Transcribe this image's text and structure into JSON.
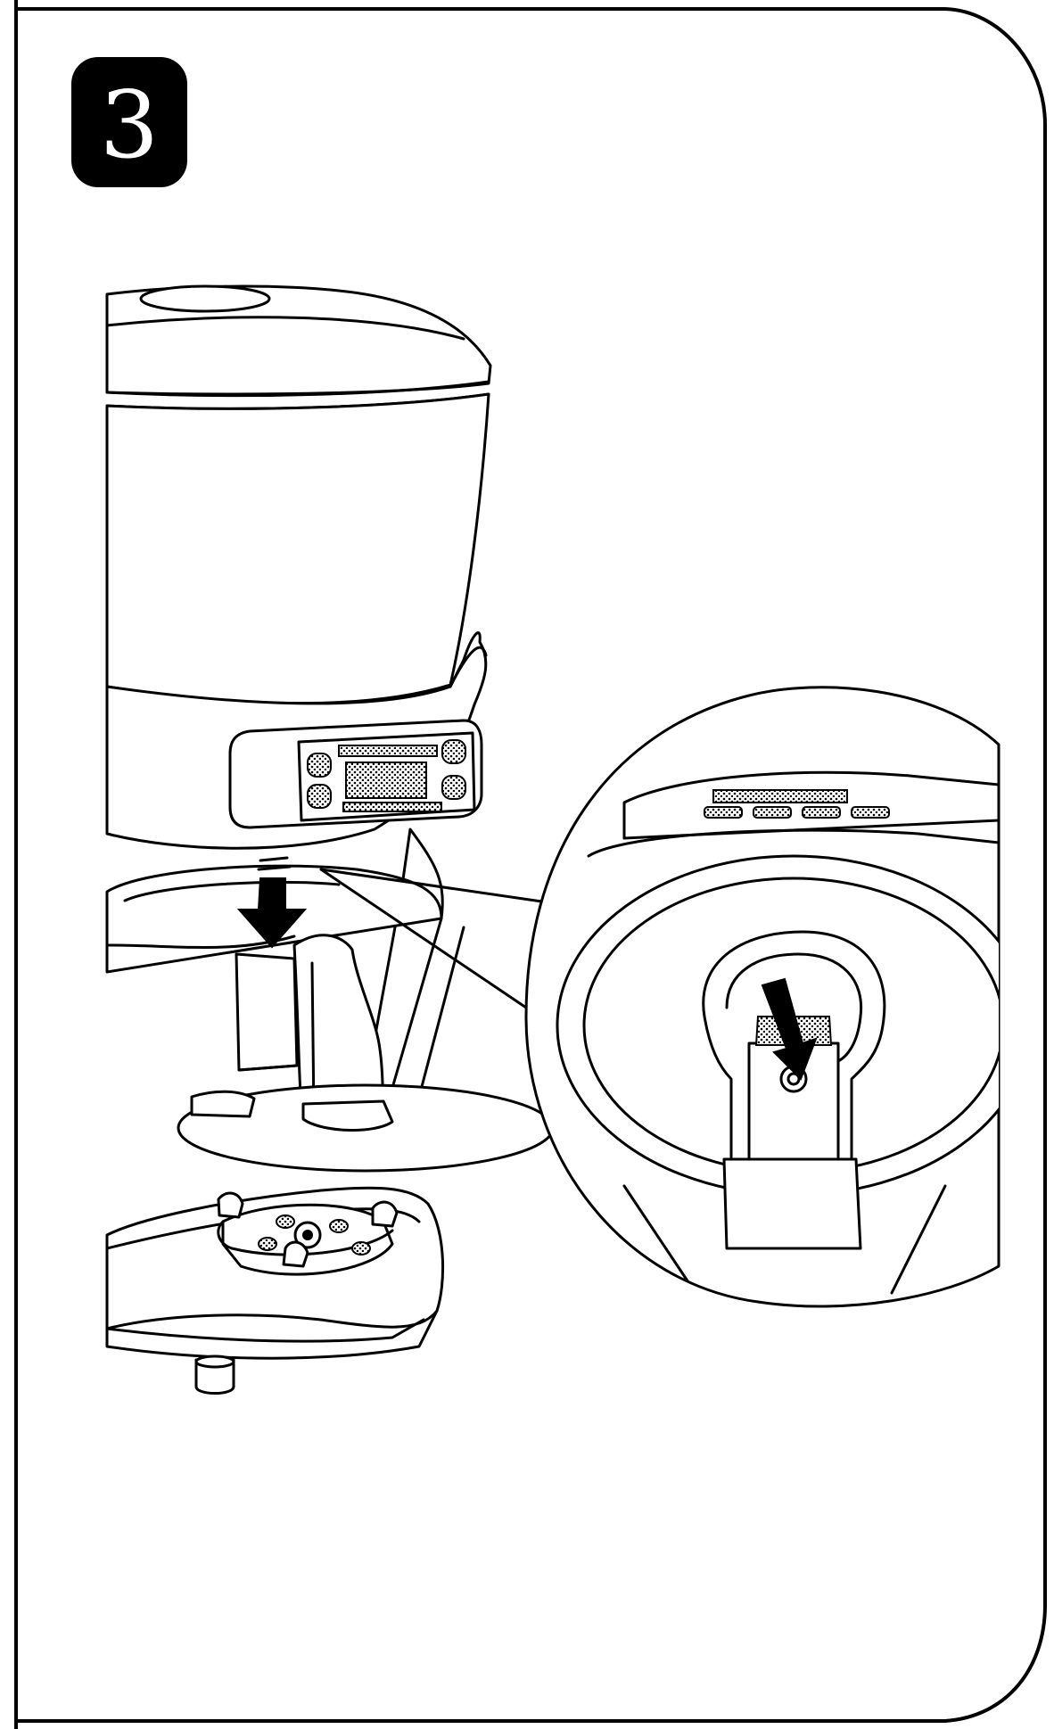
{
  "step": {
    "number": "3"
  },
  "illustration": {
    "subject": "feeder",
    "icons": [
      "step-badge",
      "down-arrow-icon",
      "detail-arrow-icon",
      "magnifier-detail-icon"
    ]
  },
  "colors": {
    "ink": "#000000",
    "paper": "#ffffff"
  }
}
